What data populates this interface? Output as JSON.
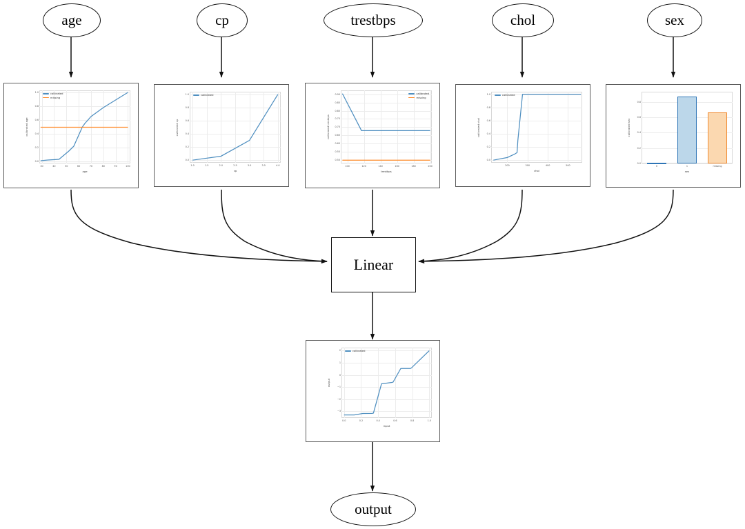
{
  "graph": {
    "input_nodes": [
      {
        "id": "age",
        "label": "age"
      },
      {
        "id": "cp",
        "label": "cp"
      },
      {
        "id": "trestbps",
        "label": "trestbps"
      },
      {
        "id": "chol",
        "label": "chol"
      },
      {
        "id": "sex",
        "label": "sex"
      }
    ],
    "linear_node": {
      "label": "Linear"
    },
    "output_node": {
      "label": "output"
    }
  },
  "colors": {
    "calibrated": "#4f8fc0",
    "missing": "#ff8c2b",
    "bar_blue_fill": "#bcd7ea",
    "bar_blue_edge": "#2e75b6",
    "bar_orange_fill": "#fbd8b0",
    "bar_orange_edge": "#f08a30",
    "panel_border": "#5a5a5a",
    "grid": "#ececec",
    "edge": "#111111"
  },
  "legend_labels": {
    "calibrated": "calibrated",
    "missing": "missing"
  },
  "chart_data": [
    {
      "id": "age",
      "type": "line",
      "title": "",
      "xlabel": "age",
      "ylabel": "calibrated age",
      "xlim": [
        28,
        102
      ],
      "ylim": [
        -0.03,
        1.03
      ],
      "xticks": [
        30,
        40,
        50,
        60,
        70,
        80,
        90,
        100
      ],
      "yticks": [
        0.0,
        0.2,
        0.4,
        0.6,
        0.8,
        1.0
      ],
      "xticklabels": [
        "30",
        "40",
        "50",
        "60",
        "70",
        "80",
        "90",
        "100"
      ],
      "yticklabels": [
        "0.0",
        "0.2",
        "0.4",
        "0.6",
        "0.8",
        "1.0"
      ],
      "legend": [
        "calibrated",
        "missing"
      ],
      "legend_position": "upper left",
      "grid": true,
      "series": [
        {
          "name": "calibrated",
          "color": "#4f8fc0",
          "x": [
            29,
            35,
            44,
            48,
            52,
            56,
            60,
            63,
            65,
            70,
            80,
            90,
            100
          ],
          "y": [
            0.01,
            0.02,
            0.03,
            0.09,
            0.15,
            0.22,
            0.38,
            0.5,
            0.55,
            0.65,
            0.78,
            0.89,
            1.0
          ]
        },
        {
          "name": "missing",
          "color": "#ff8c2b",
          "x": [
            29,
            100
          ],
          "y": [
            0.495,
            0.495
          ]
        }
      ]
    },
    {
      "id": "cp",
      "type": "line",
      "title": "",
      "xlabel": "cp",
      "ylabel": "calibrated cp",
      "xlim": [
        0.9,
        4.1
      ],
      "ylim": [
        -0.04,
        1.04
      ],
      "xticks": [
        1.0,
        1.5,
        2.0,
        2.5,
        3.0,
        3.5,
        4.0
      ],
      "yticks": [
        0.0,
        0.2,
        0.4,
        0.6,
        0.8,
        1.0
      ],
      "xticklabels": [
        "1.0",
        "1.5",
        "2.0",
        "2.5",
        "3.0",
        "3.5",
        "4.0"
      ],
      "yticklabels": [
        "0.0",
        "0.2",
        "0.4",
        "0.6",
        "0.8",
        "1.0"
      ],
      "legend": [
        "calibrated"
      ],
      "legend_position": "upper left",
      "grid": true,
      "series": [
        {
          "name": "calibrated",
          "color": "#4f8fc0",
          "x": [
            1.0,
            2.0,
            3.0,
            4.0
          ],
          "y": [
            0.0,
            0.06,
            0.3,
            1.0
          ]
        }
      ]
    },
    {
      "id": "trestbps",
      "type": "line",
      "title": "",
      "xlabel": "trestbps",
      "ylabel": "calibrated trestbps",
      "xlim": [
        92,
        202
      ],
      "ylim": [
        0.478,
        0.925
      ],
      "xticks": [
        100,
        120,
        140,
        160,
        180,
        200
      ],
      "yticks": [
        0.5,
        0.55,
        0.6,
        0.65,
        0.7,
        0.75,
        0.8,
        0.85,
        0.9
      ],
      "xticklabels": [
        "100",
        "120",
        "140",
        "160",
        "180",
        "200"
      ],
      "yticklabels": [
        "0.50",
        "0.55",
        "0.60",
        "0.65",
        "0.70",
        "0.75",
        "0.80",
        "0.85",
        "0.90"
      ],
      "legend": [
        "calibrated",
        "missing"
      ],
      "legend_position": "upper right",
      "grid": true,
      "series": [
        {
          "name": "calibrated",
          "color": "#4f8fc0",
          "x": [
            94,
            117,
            140,
            170,
            200
          ],
          "y": [
            0.905,
            0.679,
            0.679,
            0.679,
            0.679
          ]
        },
        {
          "name": "missing",
          "color": "#ff8c2b",
          "x": [
            94,
            200
          ],
          "y": [
            0.498,
            0.498
          ]
        }
      ]
    },
    {
      "id": "chol",
      "type": "line",
      "title": "",
      "xlabel": "chol",
      "ylabel": "calibrated chol",
      "xlim": [
        120,
        570
      ],
      "ylim": [
        -0.04,
        1.04
      ],
      "xticks": [
        200,
        300,
        400,
        500
      ],
      "yticks": [
        0.0,
        0.2,
        0.4,
        0.6,
        0.8,
        1.0
      ],
      "xticklabels": [
        "200",
        "300",
        "400",
        "500"
      ],
      "yticklabels": [
        "0.0",
        "0.2",
        "0.4",
        "0.6",
        "0.8",
        "1.0"
      ],
      "legend": [
        "calibrated"
      ],
      "legend_position": "upper left",
      "grid": true,
      "series": [
        {
          "name": "calibrated",
          "color": "#4f8fc0",
          "x": [
            131,
            200,
            235,
            248,
            252,
            275,
            360,
            460,
            564
          ],
          "y": [
            0.0,
            0.04,
            0.09,
            0.115,
            0.3,
            1.0,
            1.0,
            1.0,
            1.0
          ]
        }
      ]
    },
    {
      "id": "sex",
      "type": "bar",
      "title": "",
      "xlabel": "sex",
      "ylabel": "calibrated sex",
      "ylim": [
        0.0,
        0.93
      ],
      "yticks": [
        0.0,
        0.2,
        0.4,
        0.6,
        0.8
      ],
      "yticklabels": [
        "0.0",
        "0.2",
        "0.4",
        "0.6",
        "0.8"
      ],
      "categories": [
        "0",
        "1",
        "missing"
      ],
      "values": [
        0.005,
        0.87,
        0.66
      ],
      "bar_colors": [
        "#2e75b6",
        "#2e75b6",
        "#f08a30"
      ],
      "grid": true
    },
    {
      "id": "output",
      "type": "line",
      "title": "",
      "xlabel": "input",
      "ylabel": "output",
      "xlim": [
        -0.03,
        1.03
      ],
      "ylim": [
        -3.55,
        2.25
      ],
      "xticks": [
        0.0,
        0.2,
        0.4,
        0.6,
        0.8,
        1.0
      ],
      "yticks": [
        -3,
        -2,
        -1,
        0,
        1,
        2
      ],
      "xticklabels": [
        "0.0",
        "0.2",
        "0.4",
        "0.6",
        "0.8",
        "1.0"
      ],
      "yticklabels": [
        "−3",
        "−2",
        "−1",
        "0",
        "1",
        "2"
      ],
      "legend": [
        "calibrated"
      ],
      "legend_position": "upper left",
      "grid": true,
      "series": [
        {
          "name": "calibrated",
          "color": "#4f8fc0",
          "x": [
            0.0,
            0.12,
            0.22,
            0.33,
            0.345,
            0.44,
            0.45,
            0.56,
            0.575,
            0.665,
            0.675,
            0.78,
            0.79,
            1.0
          ],
          "y": [
            -3.3,
            -3.3,
            -3.18,
            -3.17,
            -3.15,
            -0.73,
            -0.73,
            -0.62,
            -0.6,
            0.52,
            0.53,
            0.53,
            0.57,
            2.0
          ]
        }
      ]
    }
  ]
}
